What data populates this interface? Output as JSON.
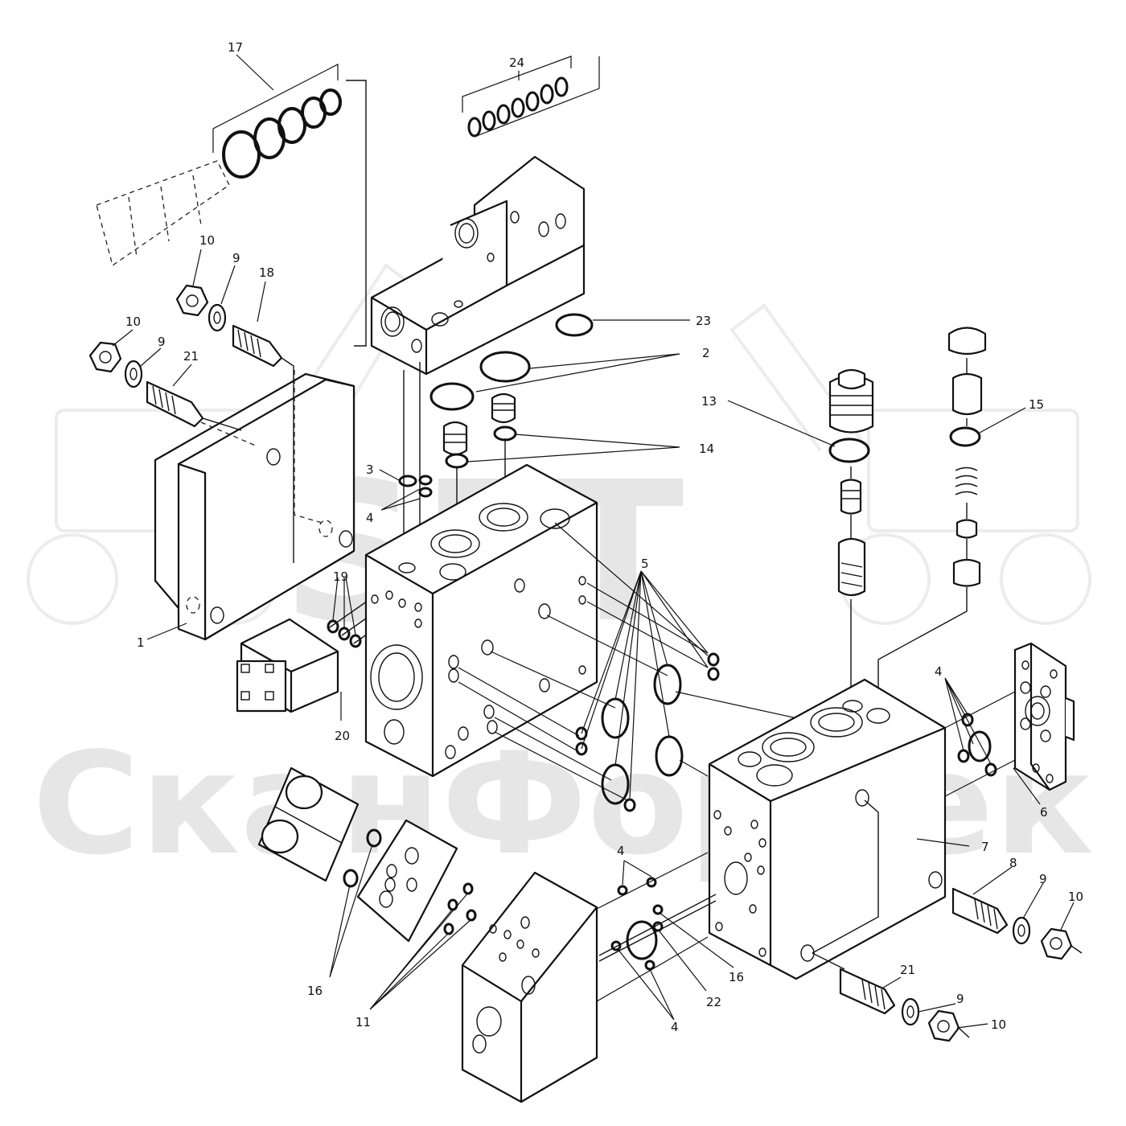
{
  "watermark": {
    "logo": "SFT",
    "company": "СканФорТек",
    "color": "#e6e6e6"
  },
  "colors": {
    "line": "#111111",
    "background": "#ffffff"
  },
  "callouts": [
    {
      "id": "c17",
      "label": "17"
    },
    {
      "id": "c24",
      "label": "24"
    },
    {
      "id": "c10a",
      "label": "10"
    },
    {
      "id": "c9a",
      "label": "9"
    },
    {
      "id": "c18",
      "label": "18"
    },
    {
      "id": "c10b",
      "label": "10"
    },
    {
      "id": "c9b",
      "label": "9"
    },
    {
      "id": "c21a",
      "label": "21"
    },
    {
      "id": "c23",
      "label": "23"
    },
    {
      "id": "c2",
      "label": "2"
    },
    {
      "id": "c13",
      "label": "13"
    },
    {
      "id": "c15",
      "label": "15"
    },
    {
      "id": "c14",
      "label": "14"
    },
    {
      "id": "c3",
      "label": "3"
    },
    {
      "id": "c4a",
      "label": "4"
    },
    {
      "id": "c5",
      "label": "5"
    },
    {
      "id": "c19",
      "label": "19"
    },
    {
      "id": "c1",
      "label": "1"
    },
    {
      "id": "c20",
      "label": "20"
    },
    {
      "id": "c4b",
      "label": "4"
    },
    {
      "id": "c6",
      "label": "6"
    },
    {
      "id": "c7",
      "label": "7"
    },
    {
      "id": "c4c",
      "label": "4"
    },
    {
      "id": "c8",
      "label": "8"
    },
    {
      "id": "c9c",
      "label": "9"
    },
    {
      "id": "c10c",
      "label": "10"
    },
    {
      "id": "c16a",
      "label": "16"
    },
    {
      "id": "c16b",
      "label": "16"
    },
    {
      "id": "c22",
      "label": "22"
    },
    {
      "id": "c11",
      "label": "11"
    },
    {
      "id": "c4d",
      "label": "4"
    },
    {
      "id": "c21b",
      "label": "21"
    },
    {
      "id": "c9d",
      "label": "9"
    },
    {
      "id": "c10d",
      "label": "10"
    }
  ]
}
